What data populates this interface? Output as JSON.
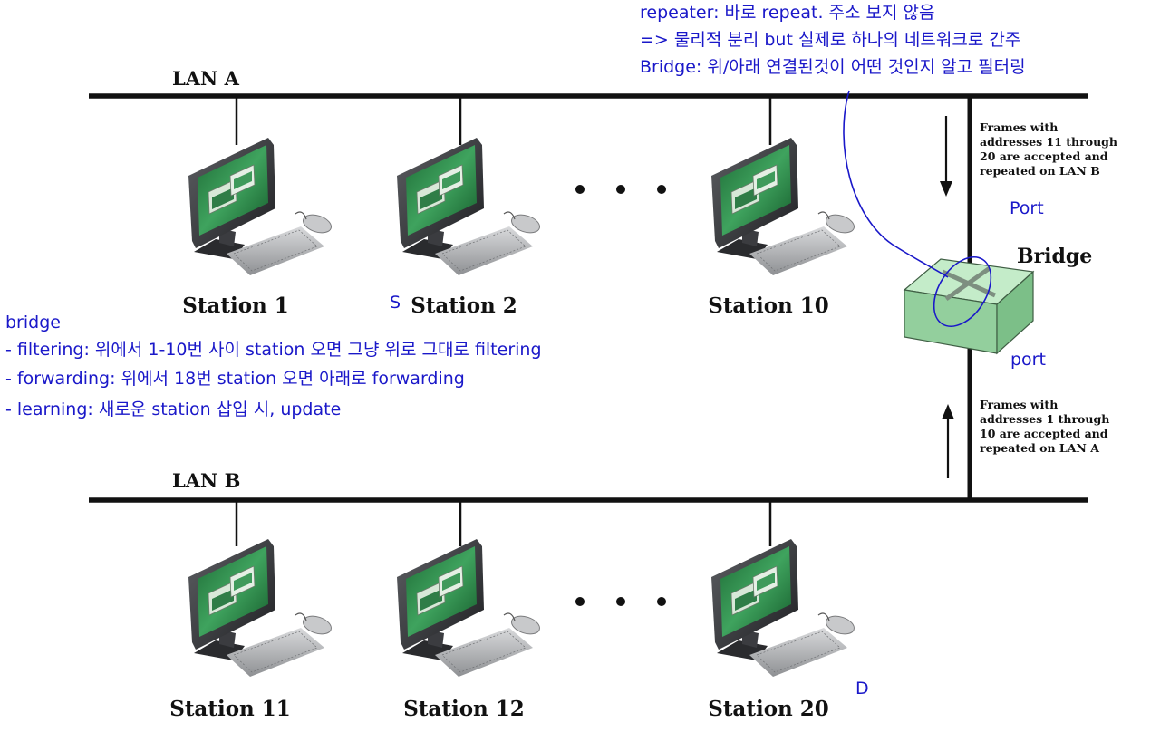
{
  "diagram": {
    "lan_a": {
      "label": "LAN A"
    },
    "lan_b": {
      "label": "LAN B"
    },
    "stations_top": [
      "Station 1",
      "Station 2",
      "Station 10"
    ],
    "stations_bottom": [
      "Station 11",
      "Station 12",
      "Station 20"
    ],
    "bridge": {
      "label": "Bridge"
    },
    "frames_down": [
      "Frames with",
      "addresses 11 through",
      "20 are accepted and",
      "repeated on LAN B"
    ],
    "frames_up": [
      "Frames with",
      "addresses 1 through",
      "10 are accepted and",
      "repeated on LAN A"
    ]
  },
  "annotations": {
    "top_note": [
      "repeater: 바로 repeat. 주소 보지 않음",
      "=> 물리적 분리 but 실제로 하나의 네트워크로 간주",
      "Bridge: 위/아래 연결된것이 어떤 것인지 알고 필터링"
    ],
    "port_top": "Port",
    "port_bottom": "port",
    "source_marker": "S",
    "dest_marker": "D",
    "bridge_note": [
      "bridge",
      "- filtering: 위에서 1-10번 사이 station 오면 그냥 위로 그대로 filtering",
      "- forwarding: 위에서 18번 station 오면 아래로 forwarding",
      "- learning: 새로운 station 삽입 시, update"
    ]
  },
  "colors": {
    "annotation_ink": "#1a18c9",
    "screen_green": "#2e8a4c",
    "bridge_box": "#a9dcb0"
  }
}
